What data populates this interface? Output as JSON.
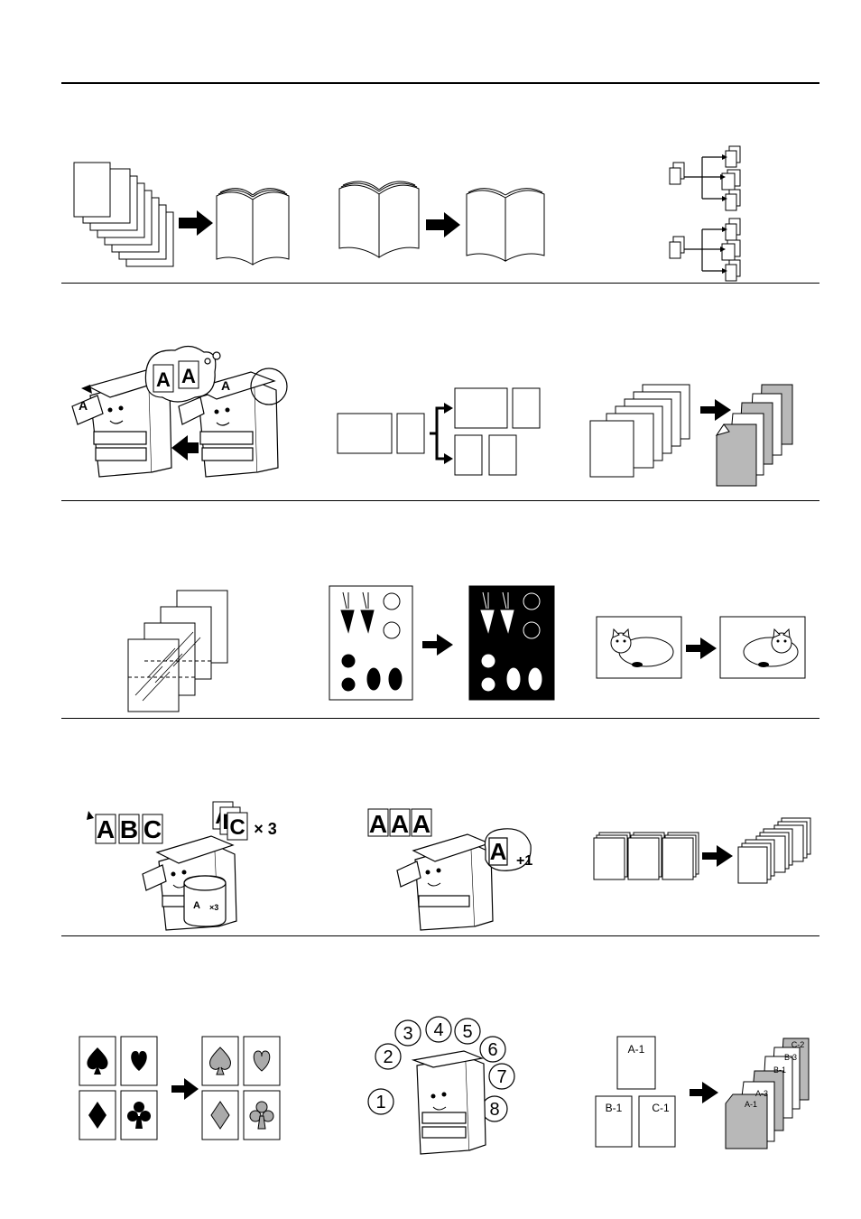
{
  "illustrations": {
    "badges": {
      "letter_a": "A",
      "letters_abc": [
        "A",
        "B",
        "C"
      ],
      "times_three": "× 3",
      "mini_times_three": "×3",
      "plus_one": "+1"
    },
    "speech_numbers": [
      "1",
      "2",
      "3",
      "4",
      "5",
      "6",
      "7",
      "8"
    ],
    "combine_labels": {
      "originals": [
        "A-1",
        "B-1",
        "C-1"
      ],
      "result_tabs": [
        "C-2",
        "B-3",
        "B-1",
        "A-3",
        "A-1"
      ]
    }
  }
}
